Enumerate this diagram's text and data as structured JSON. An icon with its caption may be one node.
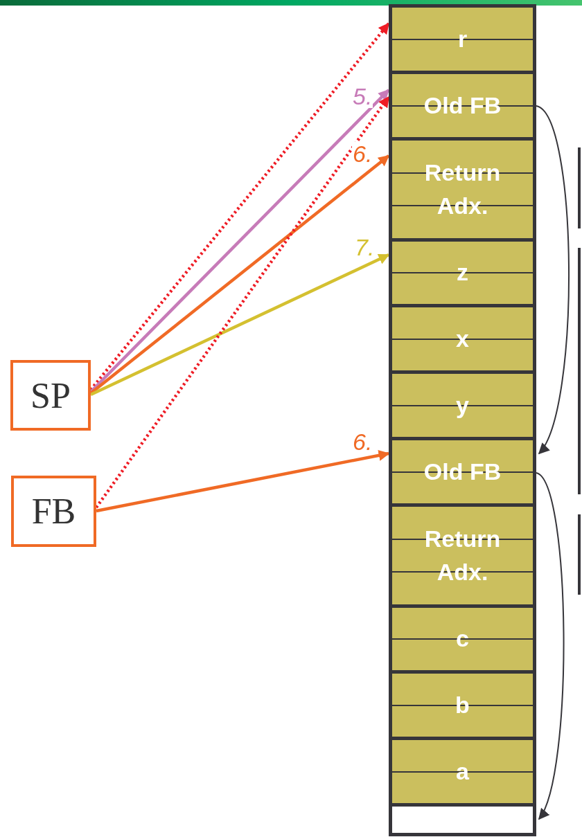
{
  "diagram": {
    "nodes": [
      {
        "text": [
          "SP"
        ]
      },
      {
        "text": [
          "FB"
        ]
      },
      {
        "text": [
          "r"
        ]
      },
      {
        "text": [
          "Old FB"
        ]
      },
      {
        "text": [
          "Return Adx."
        ]
      },
      {
        "text": [
          "z"
        ]
      },
      {
        "text": [
          "x"
        ]
      },
      {
        "text": [
          "y"
        ]
      },
      {
        "text": [
          "Old FB"
        ]
      },
      {
        "text": [
          "Return Adx."
        ]
      },
      {
        "text": [
          "c"
        ]
      },
      {
        "text": [
          "b"
        ]
      },
      {
        "text": [
          "a"
        ]
      },
      {
        "text": [],
        "shape": "box"
      }
    ],
    "edges": [
      {
        "from": 0,
        "to": 2,
        "arrow": "to",
        "style": "dashed",
        "color": "#ee1c25"
      },
      {
        "from": 0,
        "to": 3,
        "arrow": "to",
        "label": "5.",
        "color": "#c77bb8"
      },
      {
        "from": 0,
        "to": 4,
        "arrow": "to",
        "label": "6.",
        "color": "#f06a25"
      },
      {
        "from": 0,
        "to": 5,
        "arrow": "to",
        "label": "7.",
        "color": "#d4c030"
      },
      {
        "from": 1,
        "to": 8,
        "arrow": "to",
        "label": "6.",
        "color": "#f06a25"
      },
      {
        "from": 1,
        "to": 3,
        "arrow": "to",
        "style": "dashed",
        "color": "#ee1c25"
      },
      {
        "from": 3,
        "to": 8,
        "arrow": "to",
        "color": "#36353a"
      },
      {
        "from": 8,
        "to": 13,
        "arrow": "to",
        "color": "#36353a"
      }
    ]
  }
}
